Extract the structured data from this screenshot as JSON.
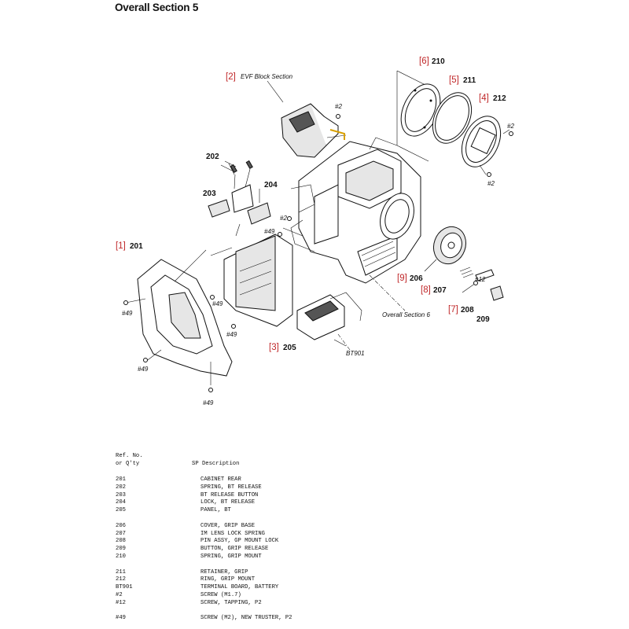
{
  "page_title": "Overall Section 5",
  "diagram": {
    "callouts": {
      "evf_ref": "[2]",
      "evf_label": "EVF Block Section",
      "ref6": "[6]",
      "ref5": "[5]",
      "ref4": "[4]",
      "ref1": "[1]",
      "ref3": "[3]",
      "ref9": "[9]",
      "ref8": "[8]",
      "ref7": "[7]",
      "n210": "210",
      "n211": "211",
      "n212": "212",
      "n202": "202",
      "n203": "203",
      "n204": "204",
      "n201": "201",
      "n205": "205",
      "n206": "206",
      "n207": "207",
      "n208": "208",
      "n209": "209",
      "screw2_a": "#2",
      "screw2_b": "#2",
      "screw2_c": "#2",
      "screw2_d": "#2",
      "screw49_a": "#49",
      "screw49_b": "#49",
      "screw49_c": "#49",
      "screw49_d": "#49",
      "screw49_e": "#49",
      "screw49_f": "#49",
      "screw12": "#12",
      "section6": "Overall Section 6",
      "bt901": "BT901"
    }
  },
  "parts_list": {
    "header_ref_1": "Ref. No.",
    "header_ref_2": "or Q'ty",
    "header_desc": "SP Description",
    "rows": [
      {
        "ref": "201",
        "desc": "CABINET REAR"
      },
      {
        "ref": "202",
        "desc": "SPRING, BT RELEASE"
      },
      {
        "ref": "203",
        "desc": "BT RELEASE BUTTON"
      },
      {
        "ref": "204",
        "desc": "LOCK, BT RELEASE"
      },
      {
        "ref": "205",
        "desc": "PANEL, BT"
      },
      {
        "ref": "206",
        "desc": "COVER, GRIP BASE"
      },
      {
        "ref": "207",
        "desc": "IM LENS LOCK SPRING"
      },
      {
        "ref": "208",
        "desc": "PIN ASSY, GP MOUNT LOCK"
      },
      {
        "ref": "209",
        "desc": "BUTTON, GRIP RELEASE"
      },
      {
        "ref": "210",
        "desc": "SPRING, GRIP MOUNT"
      },
      {
        "ref": "211",
        "desc": "RETAINER, GRIP"
      },
      {
        "ref": "212",
        "desc": "RING, GRIP MOUNT"
      },
      {
        "ref": "BT901",
        "desc": "TERMINAL BOARD, BATTERY"
      },
      {
        "ref": "#2",
        "desc": "SCREW (M1.7)"
      },
      {
        "ref": "#12",
        "desc": "SCREW, TAPPING, P2"
      },
      {
        "ref": "#49",
        "desc": "SCREW (M2), NEW TRUSTER, P2"
      }
    ]
  }
}
